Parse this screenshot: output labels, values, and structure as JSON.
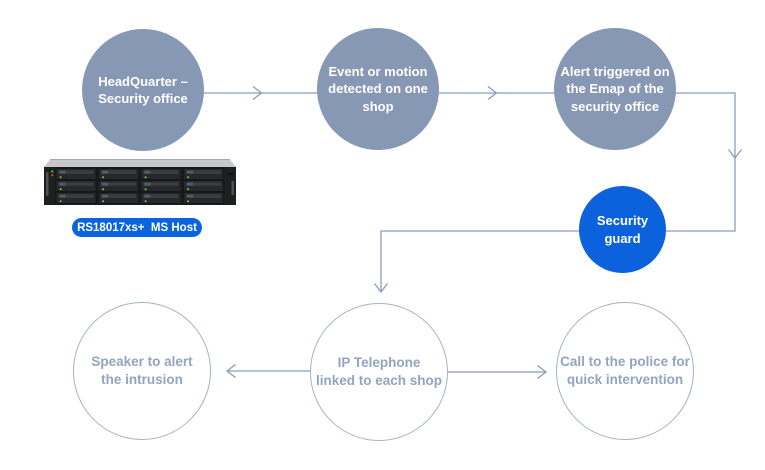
{
  "colors": {
    "background": "#ffffff",
    "node_fill": "#8698B4",
    "node_text": "#ffffff",
    "accent_blue": "#0B62DC",
    "pill_blue": "#0B63E0",
    "connector": "#8A9DBB",
    "outline_border": "#A2B2C8",
    "outline_text": "#93A4BE"
  },
  "nodes": {
    "headquarter": "HeadQuarter –\nSecurity office",
    "event": "Event or motion\ndetected on one\nshop",
    "alert": "Alert triggered on\nthe Emap of the\nsecurity office",
    "guard": "Security\nguard",
    "speaker": "Speaker to alert\nthe intrusion",
    "telephone": "IP Telephone\nlinked to each shop",
    "police": "Call to the police for\nquick intervention"
  },
  "device": {
    "label": "RS18017xs+  MS Host"
  }
}
